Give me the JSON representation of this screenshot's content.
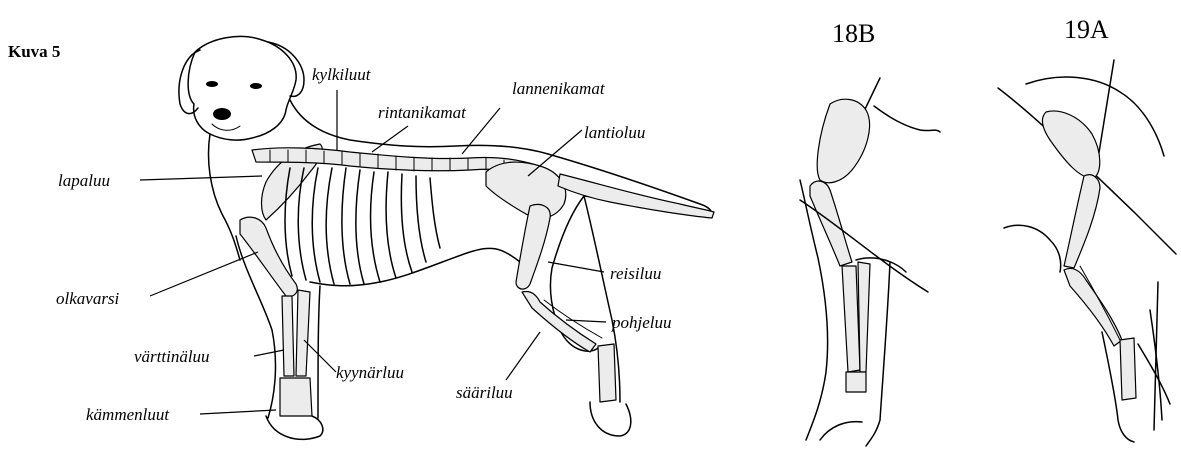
{
  "figure_label": "Kuva 5",
  "bone_labels": {
    "kylkiluut": "kylkiluut",
    "rintanikamat": "rintanikamat",
    "lannenikamat": "lannenikamat",
    "lantioluu": "lantioluu",
    "lapaluu": "lapaluu",
    "reisiluu": "reisiluu",
    "olkavarsi": "olkavarsi",
    "pohjeluu": "pohjeluu",
    "varttinaluu": "värttinäluu",
    "kyynarluu": "kyynärluu",
    "saariluu": "sääriluu",
    "kammenluut": "kämmenluut"
  },
  "panels": {
    "left_title": "18B",
    "right_title": "19A"
  }
}
